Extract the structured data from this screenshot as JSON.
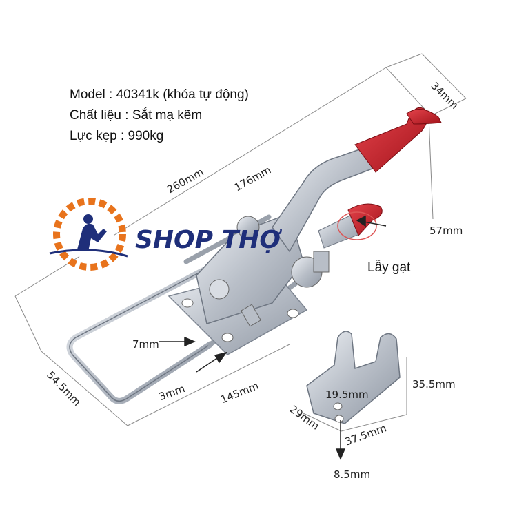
{
  "specs": {
    "model": "Model : 40341k (khóa tự động)",
    "material": "Chất liệu : Sắt mạ kẽm",
    "force": "Lực kẹp : 990kg"
  },
  "brand": {
    "name": "SHOP THỢ",
    "accent_color": "#e8731c",
    "text_color": "#1f2f7a"
  },
  "dimensions": {
    "total_length": "260mm",
    "arm_length": "176mm",
    "handle_width": "34mm",
    "handle_height": "57mm",
    "base_length": "145mm",
    "loop_width": "54.5mm",
    "label_7mm": "7mm",
    "label_3mm": "3mm",
    "plate_height": "35.5mm",
    "plate_slot": "19.5mm",
    "plate_width": "37.5mm",
    "plate_depth": "29mm",
    "hole_size": "8.5mm"
  },
  "lever_label": "Lẫy gạt",
  "colors": {
    "handle_red": "#c8202a",
    "metal": "#c9ced6"
  }
}
